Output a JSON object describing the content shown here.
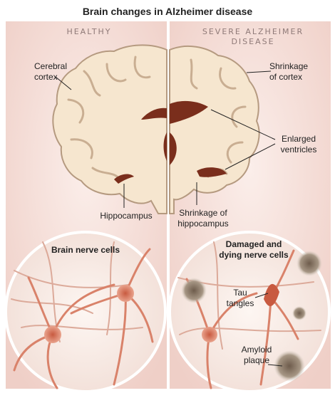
{
  "title": "Brain changes in Alzheimer disease",
  "panels": {
    "left": {
      "heading": "HEALTHY",
      "labels": {
        "cortex_1": "Cerebral",
        "cortex_2": "cortex",
        "hippocampus": "Hippocampus"
      },
      "cells_label": "Brain nerve cells"
    },
    "right": {
      "heading_1": "SEVERE ALZHEIMER",
      "heading_2": "DISEASE",
      "labels": {
        "shrink_cortex_1": "Shrinkage",
        "shrink_cortex_2": "of cortex",
        "ventricles_1": "Enlarged",
        "ventricles_2": "ventricles",
        "shrink_hippo_1": "Shrinkage of",
        "shrink_hippo_2": "hippocampus",
        "tau_1": "Tau",
        "tau_2": "tangles",
        "amyloid_1": "Amyloid",
        "amyloid_2": "plaque"
      },
      "cells_label_1": "Damaged and",
      "cells_label_2": "dying nerve cells"
    }
  },
  "colors": {
    "brain_fill": "#f6e6cf",
    "brain_outline": "#b59a80",
    "ventricle": "#7a2e1c",
    "background_pink": "#f3dcd6",
    "neuron": "#d9826a",
    "plaque": "#8a7a6a"
  }
}
